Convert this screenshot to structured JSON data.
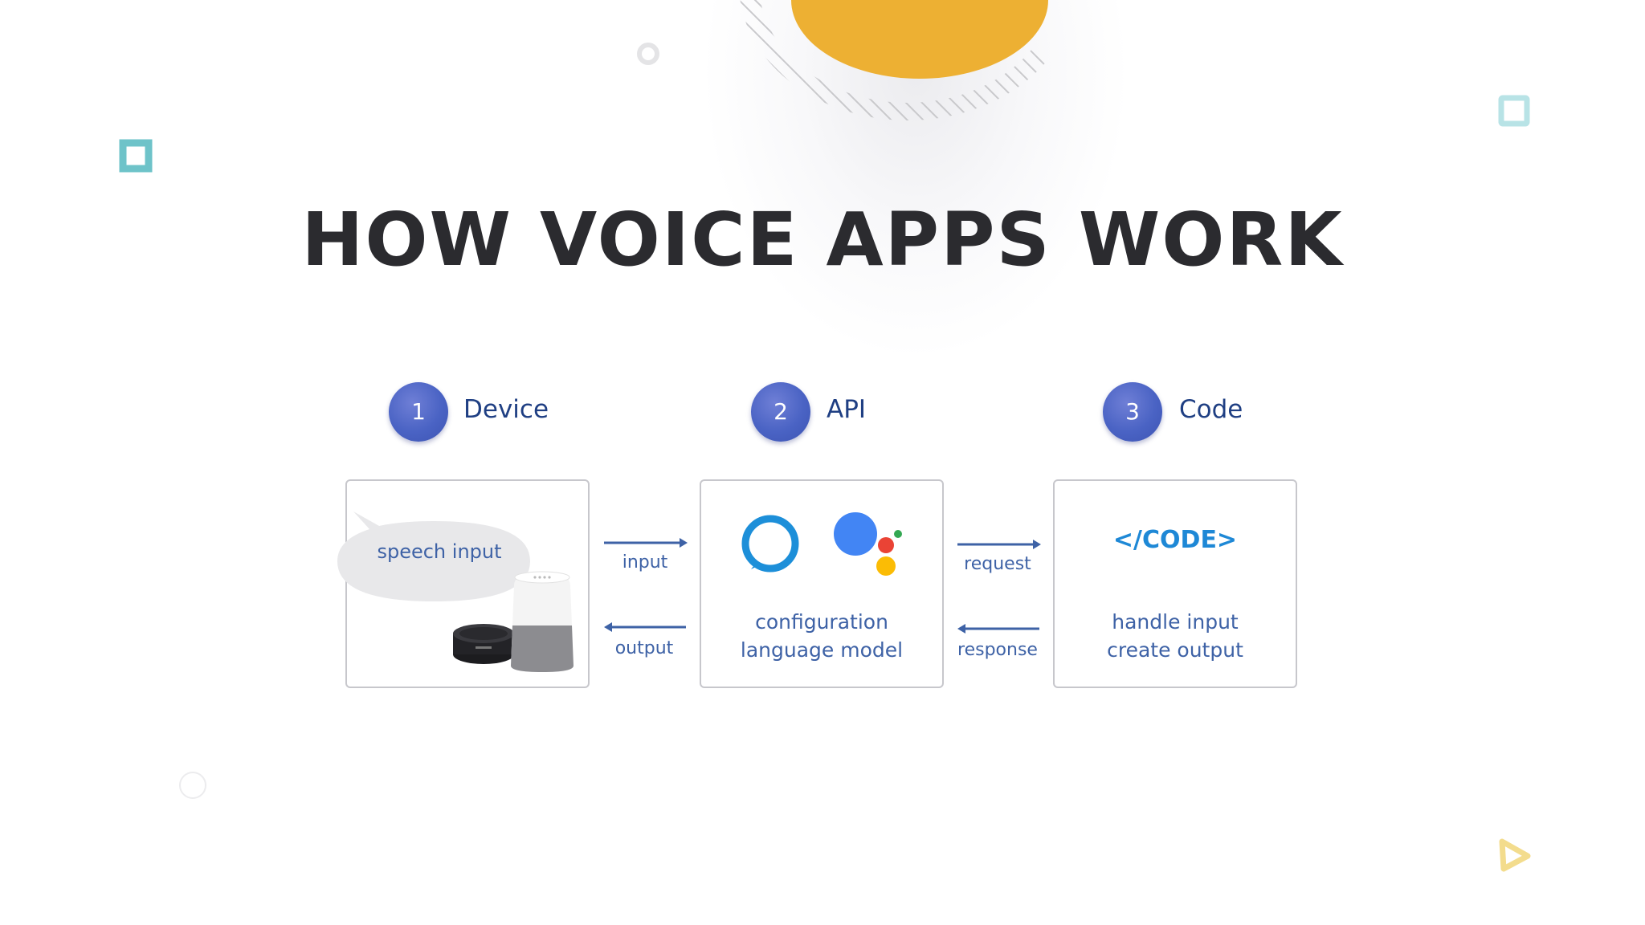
{
  "title": "HOW VOICE APPS WORK",
  "steps": [
    {
      "number": "1",
      "label": "Device"
    },
    {
      "number": "2",
      "label": "API"
    },
    {
      "number": "3",
      "label": "Code"
    }
  ],
  "device_box": {
    "bubble_text": "speech input"
  },
  "api_box": {
    "line1": "configuration",
    "line2": "language model"
  },
  "code_box": {
    "code_label": "</CODE>",
    "line1": "handle input",
    "line2": "create output"
  },
  "arrows": {
    "input": "input",
    "output": "output",
    "request": "request",
    "response": "response"
  },
  "colors": {
    "accent_yellow": "#EDB033",
    "accent_teal": "#6EC3C9",
    "step_blue": "#4A63C4",
    "label_blue": "#1F3F83",
    "text_blue": "#3E62A6",
    "code_blue": "#1E88D6",
    "title_dark": "#2B2B2F"
  }
}
